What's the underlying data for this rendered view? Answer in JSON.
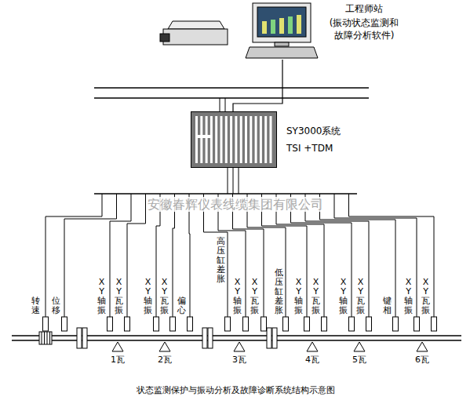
{
  "diagram": {
    "caption": "状态监测保护与振动分析及故障诊断系统结构示意图",
    "nodes": [
      {
        "text": [
          "工程师站",
          "(振动状态监测和故障分析软件)"
        ]
      },
      {
        "text": [
          "SY3000系统",
          "TSI +TDM"
        ]
      }
    ],
    "edges": [
      {
        "from": 0,
        "to": 1,
        "arrow": "none"
      }
    ],
    "labels": [
      "安徽春辉仪表线缆集团有限公司",
      "转速",
      "位移",
      "XY轴振",
      "XY瓦振",
      "XY轴振",
      "XY瓦振",
      "偏心",
      "高压缸差胀",
      "XY轴振",
      "XY瓦振",
      "低压缸差胀",
      "XY轴振",
      "XY瓦振",
      "XY轴振",
      "XY瓦振",
      "键相",
      "XY轴振",
      "XY瓦振",
      "1瓦",
      "2瓦",
      "3瓦",
      "4瓦",
      "5瓦",
      "6瓦"
    ]
  }
}
